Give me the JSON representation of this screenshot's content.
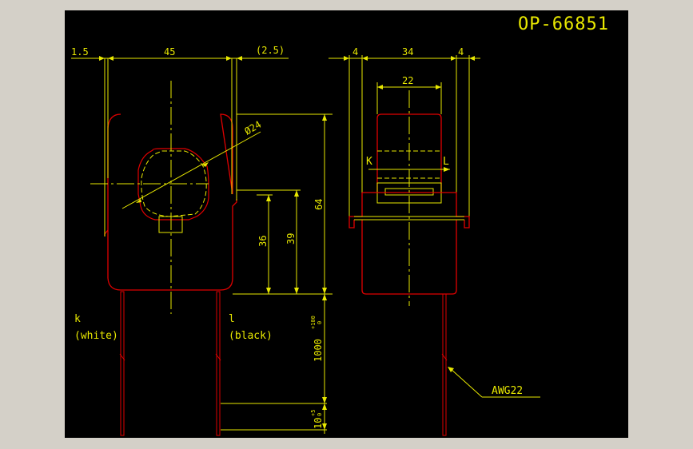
{
  "drawing_number": "OP-66851",
  "colors": {
    "background": "#000000",
    "frame": "#d4d0c8",
    "dimension": "#e8e800",
    "outline": "#e00000",
    "centerline": "#e8e800"
  },
  "dimensions": {
    "left_margin": "1.5",
    "width": "45",
    "right_offset": "(2.5)",
    "diameter": "Ø24",
    "height_total": "64",
    "height_36": "36",
    "height_39": "39",
    "lead_length": "1000",
    "lead_length_tol": "+100",
    "lead_length_tol2": "0",
    "strip_length": "10",
    "strip_tol": "+5",
    "strip_tol2": "0",
    "side_left": "4",
    "side_width": "34",
    "side_right": "4",
    "inner_width": "22"
  },
  "labels": {
    "lead_k": "k",
    "lead_k_color": "(white)",
    "lead_l": "l",
    "lead_l_color": "(black)",
    "side_k": "K",
    "side_l": "L",
    "wire_gauge": "AWG22"
  }
}
